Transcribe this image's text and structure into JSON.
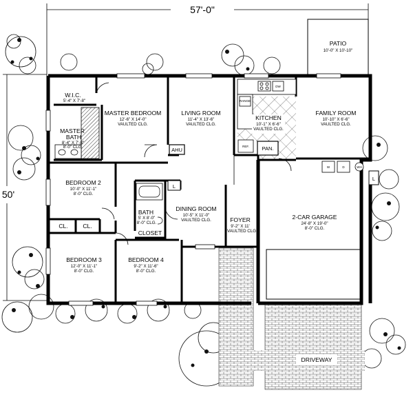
{
  "dimensions": {
    "width": "57'-0\"",
    "depth": "50'"
  },
  "rooms": {
    "patio": {
      "name": "PATIO",
      "size": "10'-0\" X 10'-10\""
    },
    "wic": {
      "name": "W.I.C.",
      "size": "5'-4\" X 7'-8\""
    },
    "master_bedroom": {
      "name": "MASTER BEDROOM",
      "size": "12'-6\" X 14'-0\"",
      "ceiling": "VAULTED CLG."
    },
    "master_bath": {
      "name_line1": "MASTER",
      "name_line2": "BATH",
      "size": "8'-4\" X 7'-8\"",
      "ceiling": "8'-0\" CLG."
    },
    "living_room": {
      "name": "LIVING ROOM",
      "size": "11'-4\" X 13'-6\"",
      "ceiling": "VAULTED CLG."
    },
    "kitchen": {
      "name": "KITCHEN",
      "size": "10'-1\" X 6'-6\"",
      "ceiling": "VAULTED CLG."
    },
    "family_room": {
      "name": "FAMILY ROOM",
      "size": "10'-10\" X 6'-6\"",
      "ceiling": "VAULTED CLG."
    },
    "bedroom2": {
      "name": "BEDROOM 2",
      "size": "10'-0\" X 11'-1\"",
      "ceiling": "8'-0\" CLG."
    },
    "bath": {
      "name": "BATH",
      "size": "5' X 8'-0\"",
      "ceiling": "8'-0\" CLG."
    },
    "closet": {
      "name": "CLOSET"
    },
    "dining_room": {
      "name": "DINING ROOM",
      "size": "10'-5\" X 11'-0\"",
      "ceiling": "VAULTED CLG."
    },
    "foyer": {
      "name": "FOYER",
      "size": "9'-2\" X 11'",
      "ceiling": "VAULTED CLG"
    },
    "garage": {
      "name": "2-CAR GARAGE",
      "size": "24'-8\" X 19'-0\"",
      "ceiling": "8'-0\" CLG."
    },
    "bedroom3": {
      "name": "BEDROOM 3",
      "size": "12'-0\" X 11'-1\"",
      "ceiling": "8'-0\" CLG."
    },
    "bedroom4": {
      "name": "BEDROOM 4",
      "size": "9'-2\" X 11'-6\"",
      "ceiling": "8'-0\" CLG."
    },
    "driveway": {
      "name": "DRIVEWAY"
    }
  },
  "fixtures": {
    "ahu": "AHU",
    "pan": "PAN.",
    "ref": "REF.",
    "range": "RANGE",
    "dw": "DW",
    "cl_left": "CL.",
    "cl_right": "CL.",
    "l_hall": "L",
    "l_family": "L",
    "washer": "W",
    "dryer": "D",
    "wh": "WH"
  }
}
